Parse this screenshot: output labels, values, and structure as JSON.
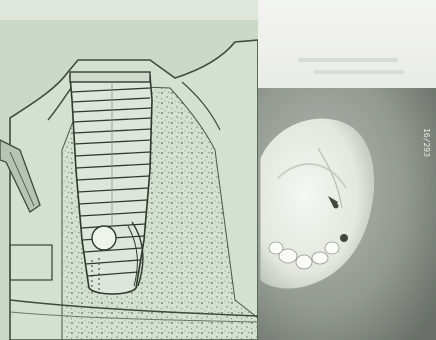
{
  "image": {
    "panels": [
      {
        "name": "dental-implant-illustration"
      },
      {
        "name": "dental-cast-photo",
        "edge_label": "16/293"
      }
    ]
  },
  "colors": {
    "illustration_bg": "#c9d8c6",
    "bone": "#d8e4d4",
    "ink": "#3d4a3c",
    "photo_bg": "#8a9288",
    "cast": "#e8ebe4"
  }
}
